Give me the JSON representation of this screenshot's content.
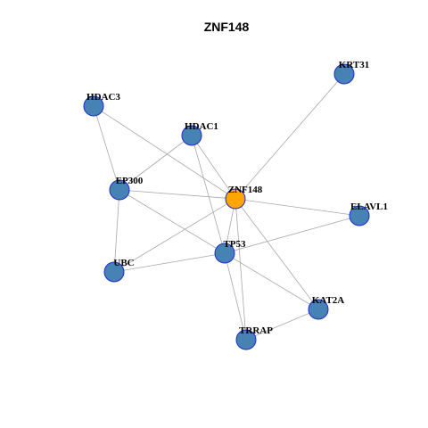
{
  "title": "ZNF148",
  "colors": {
    "center_node": "#FFA500",
    "neighbor_node": "#4682B4",
    "node_border": "#1F2BD0",
    "edge": "#A8A8A8"
  },
  "nodes": [
    {
      "id": "ZNF148",
      "label": "ZNF148",
      "role": "center"
    },
    {
      "id": "KRT31",
      "label": "KRT31",
      "role": "neighbor"
    },
    {
      "id": "HDAC3",
      "label": "HDAC3",
      "role": "neighbor"
    },
    {
      "id": "HDAC1",
      "label": "HDAC1",
      "role": "neighbor"
    },
    {
      "id": "EP300",
      "label": "EP300",
      "role": "neighbor"
    },
    {
      "id": "ELAVL1",
      "label": "ELAVL1",
      "role": "neighbor"
    },
    {
      "id": "TP53",
      "label": "TP53",
      "role": "neighbor"
    },
    {
      "id": "UBC",
      "label": "UBC",
      "role": "neighbor"
    },
    {
      "id": "KAT2A",
      "label": "KAT2A",
      "role": "neighbor"
    },
    {
      "id": "TRRAP",
      "label": "TRRAP",
      "role": "neighbor"
    }
  ],
  "edges": [
    [
      "ZNF148",
      "KRT31"
    ],
    [
      "ZNF148",
      "HDAC3"
    ],
    [
      "ZNF148",
      "HDAC1"
    ],
    [
      "ZNF148",
      "EP300"
    ],
    [
      "ZNF148",
      "ELAVL1"
    ],
    [
      "ZNF148",
      "TP53"
    ],
    [
      "ZNF148",
      "UBC"
    ],
    [
      "ZNF148",
      "KAT2A"
    ],
    [
      "ZNF148",
      "TRRAP"
    ],
    [
      "HDAC3",
      "EP300"
    ],
    [
      "HDAC1",
      "EP300"
    ],
    [
      "HDAC1",
      "TP53"
    ],
    [
      "EP300",
      "TP53"
    ],
    [
      "EP300",
      "UBC"
    ],
    [
      "TP53",
      "UBC"
    ],
    [
      "TP53",
      "ELAVL1"
    ],
    [
      "TP53",
      "KAT2A"
    ],
    [
      "TP53",
      "TRRAP"
    ],
    [
      "KAT2A",
      "TRRAP"
    ]
  ]
}
